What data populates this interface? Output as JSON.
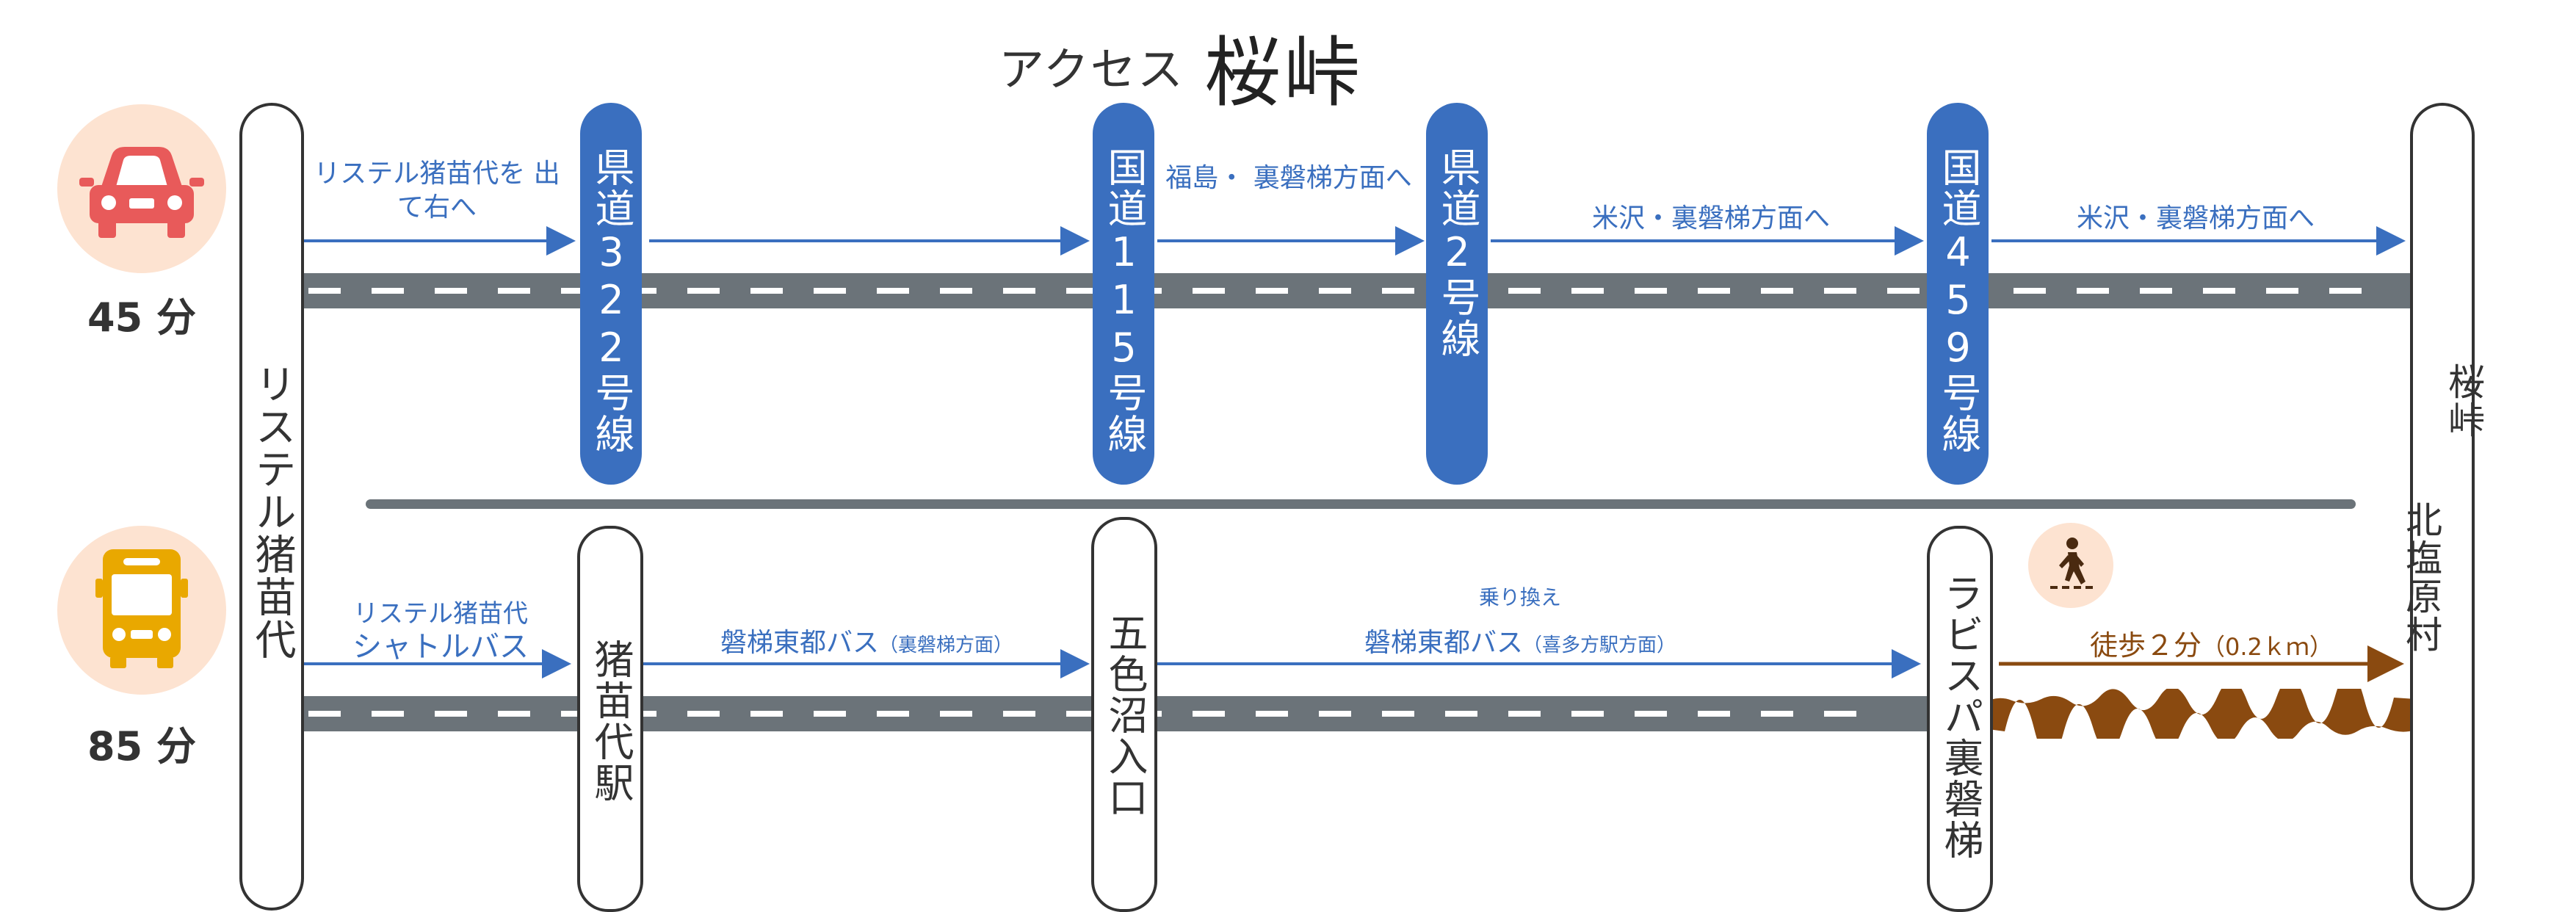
{
  "title": {
    "prefix": "アクセス",
    "main": "桜峠"
  },
  "colors": {
    "blue": "#3a6fbf",
    "road": "#6b7379",
    "car": "#e85a5a",
    "bus": "#e9a800",
    "walk": "#8a4a10",
    "circle_bg": "#fde3d1"
  },
  "car": {
    "icon": "car-icon",
    "duration": "45 分",
    "start_label": "リステル猪苗代を 出て右へ",
    "roads": [
      {
        "name": "県道322号線"
      },
      {
        "name": "国道115号線"
      },
      {
        "name": "県道2号線"
      },
      {
        "name": "国道459号線"
      }
    ],
    "directions": [
      "福島・ 裏磐梯方面へ",
      "米沢・裏磐梯方面へ",
      "米沢・裏磐梯方面へ"
    ]
  },
  "bus": {
    "icon": "bus-icon",
    "duration": "85 分",
    "start_label_1": "リステル猪苗代",
    "start_label_2": "シャトルバス",
    "stops": [
      {
        "name": "猪苗代駅"
      },
      {
        "name": "五色沼入口"
      },
      {
        "name": "ラビスパ裏磐梯"
      }
    ],
    "leg1_main": "磐梯東都バス",
    "leg1_sub": "（裏磐梯方面）",
    "transfer": "乗り換え",
    "leg2_main": "磐梯東都バス",
    "leg2_sub": "（喜多方駅方面）",
    "walk_icon": "pedestrian-icon",
    "walk_label": "徒歩２分",
    "walk_sub": "（0.2ｋｍ）"
  },
  "origin": "リステル猪苗代",
  "destination_1": "桜峠",
  "destination_2": "北塩原村"
}
